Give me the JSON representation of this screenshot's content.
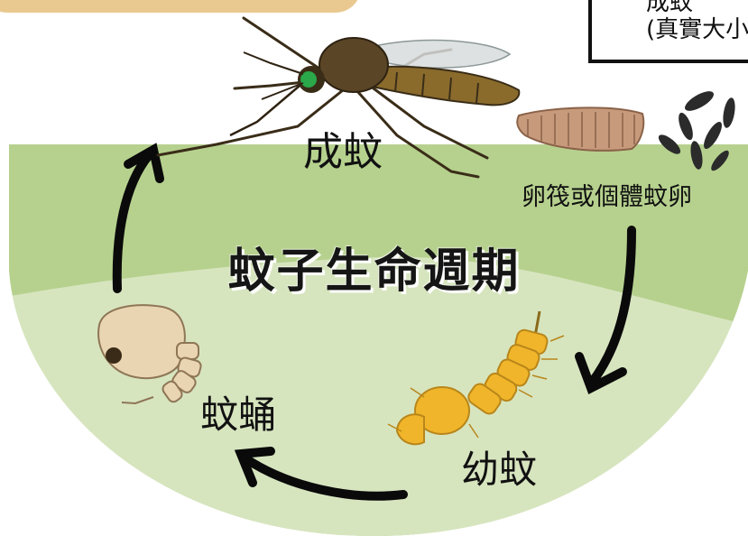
{
  "title": "蚊子生命週期",
  "stages": {
    "adult": "成蚊",
    "eggs": "卵筏或個體蚊卵",
    "larva": "幼蚊",
    "pupa": "蚊蛹"
  },
  "scale_box": {
    "line1": "成蚊",
    "line2": "(真實大小"
  },
  "colors": {
    "field_dark": "#b6d18e",
    "field_light": "#d7e5bf",
    "larva": "#f0b52a",
    "pupa": "#ead5b2",
    "mosquito_body": "#4a3b22",
    "arrows": "#0a0a0a",
    "top_tab": "#e9c990"
  }
}
